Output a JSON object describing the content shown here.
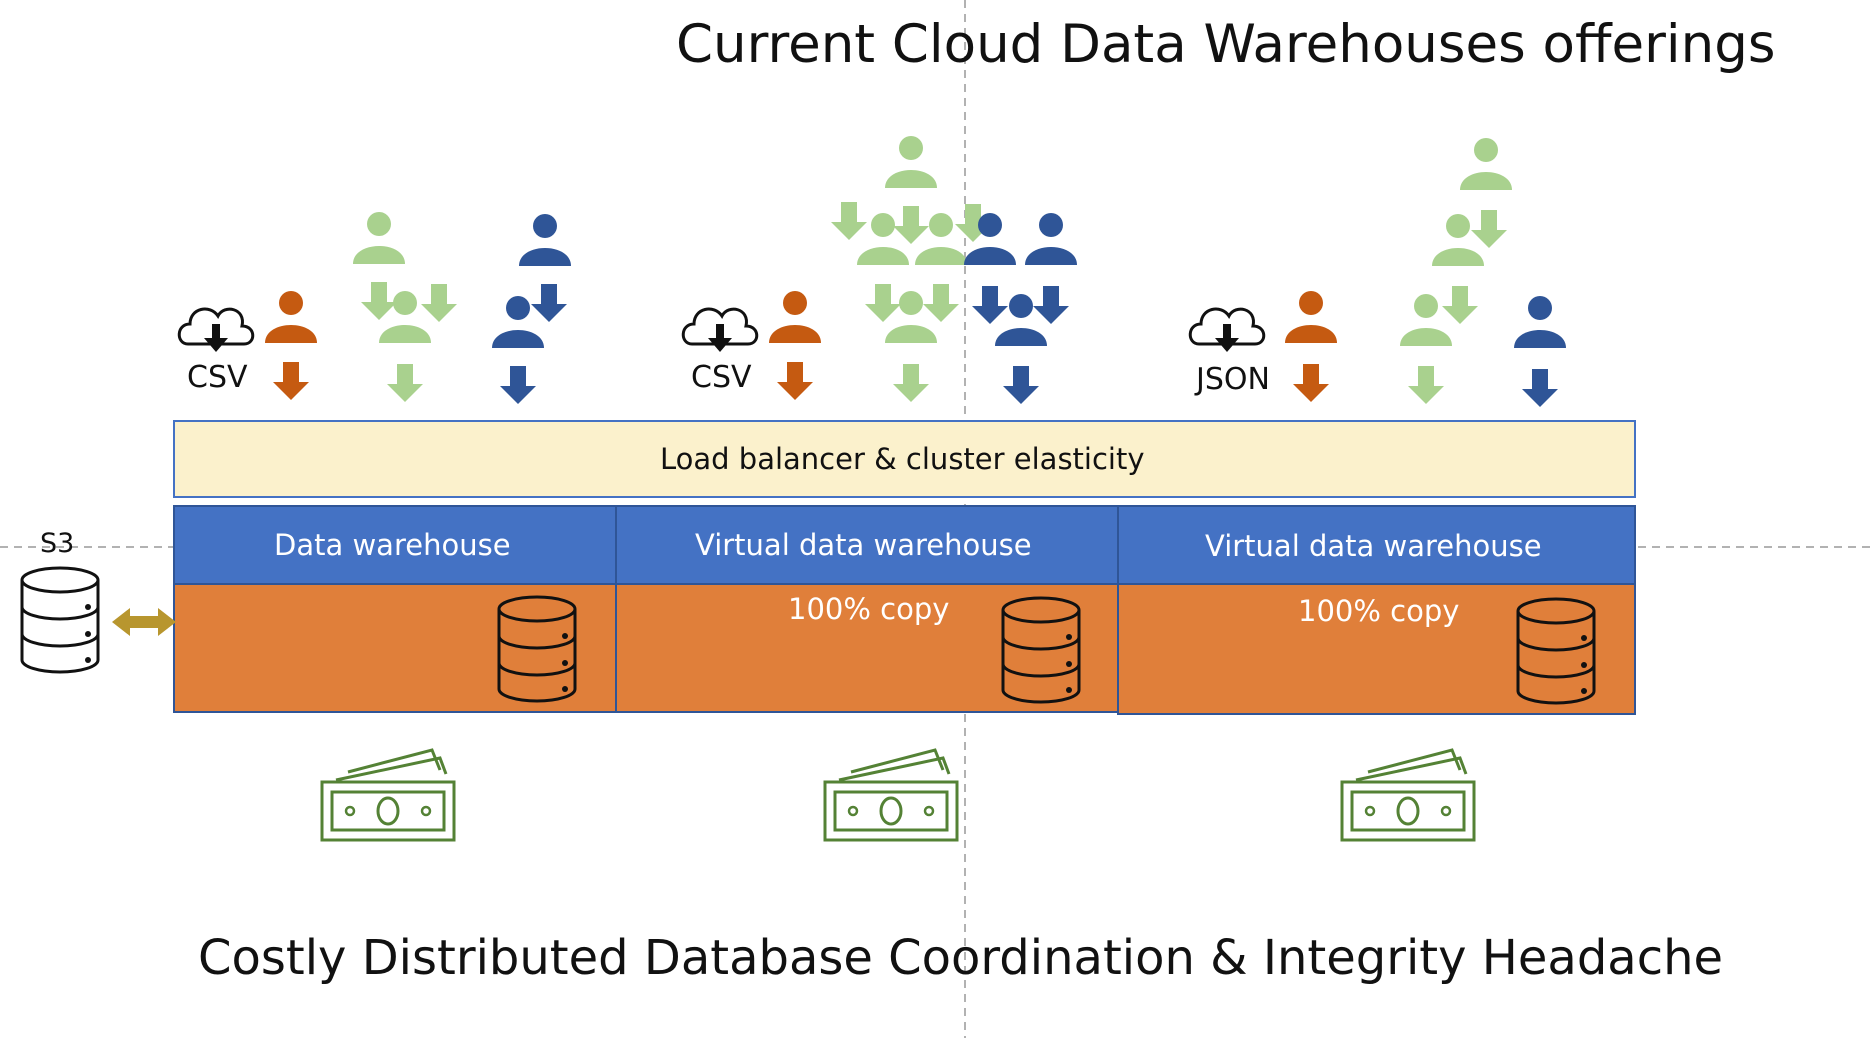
{
  "title": "Current Cloud Data Warehouses offerings",
  "footer": "Costly Distributed Database Coordination & Integrity Headache",
  "load_balancer": "Load balancer & cluster elasticity",
  "storage": {
    "label": "S3"
  },
  "colors": {
    "user_orange": "#c55a11",
    "user_green": "#a9d18e",
    "user_blue": "#2f5597",
    "warehouse_header": "#4472c4",
    "warehouse_body": "#e07f3a",
    "load_balancer_fill": "#fbf1cc",
    "money_green": "#548235",
    "storage_link": "#b8962e"
  },
  "warehouses": [
    {
      "name": "Data warehouse",
      "body_text": "",
      "source_format": "CSV"
    },
    {
      "name": "Virtual data warehouse",
      "body_text": "100% copy",
      "source_format": "CSV"
    },
    {
      "name": "Virtual data warehouse",
      "body_text": "100% copy",
      "source_format": "JSON"
    }
  ]
}
